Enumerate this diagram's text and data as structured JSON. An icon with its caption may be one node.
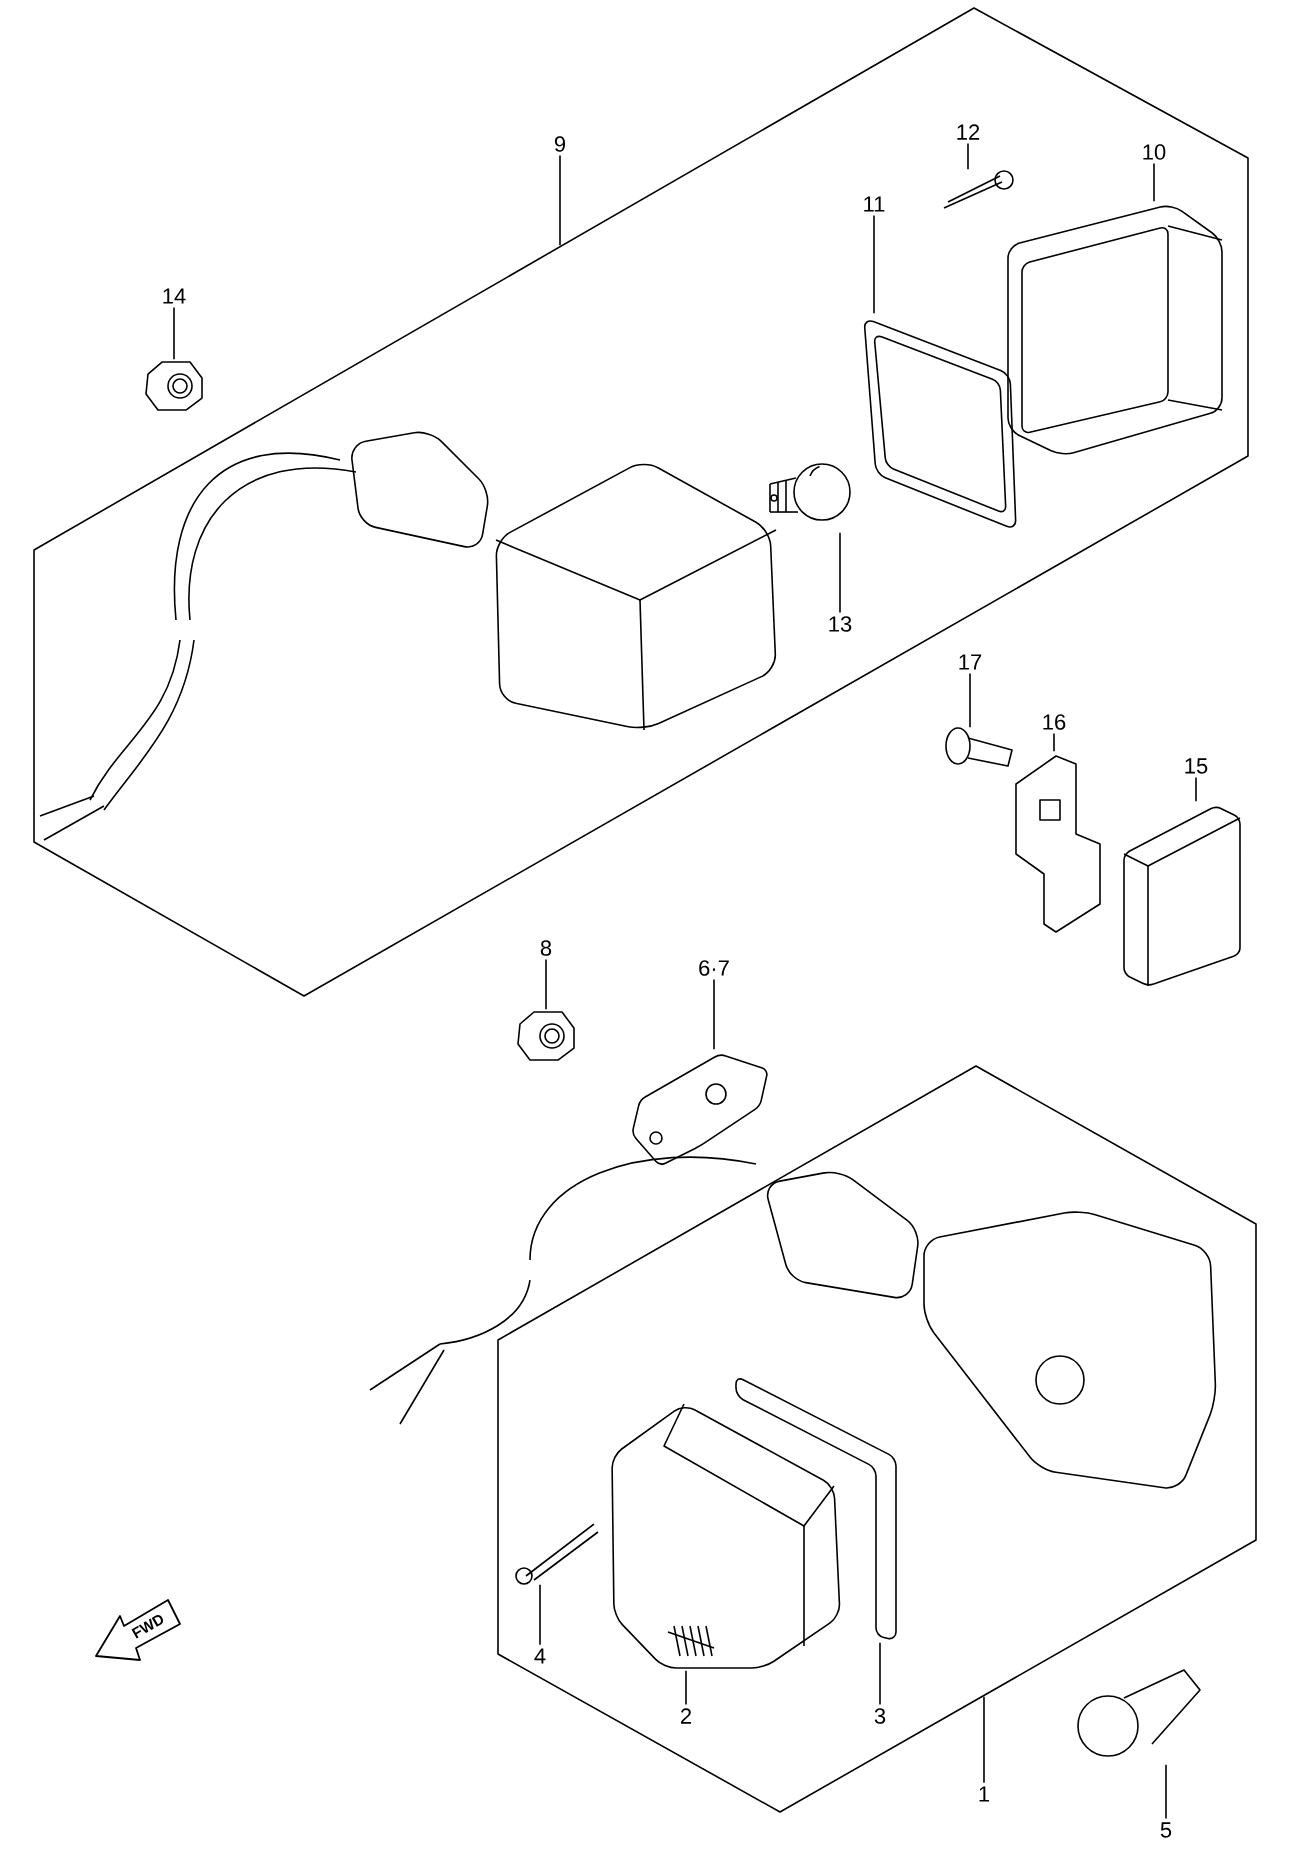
{
  "diagram": {
    "nodes": [
      {
        "text": [
          "9"
        ]
      },
      {
        "text": [],
        "shape": "box"
      },
      {
        "text": [
          "14"
        ]
      },
      {
        "text": [],
        "shape": "picture"
      },
      {
        "text": [
          "12"
        ],
        "in": 1
      },
      {
        "text": [],
        "shape": "picture",
        "in": 1
      },
      {
        "text": [
          "10"
        ],
        "in": 1
      },
      {
        "text": [],
        "shape": "picture",
        "in": 1
      },
      {
        "text": [
          "11"
        ],
        "in": 1
      },
      {
        "text": [],
        "shape": "picture",
        "in": 1
      },
      {
        "text": [],
        "shape": "picture",
        "in": 1
      },
      {
        "text": [
          "13"
        ],
        "in": 1
      },
      {
        "text": [
          "17"
        ]
      },
      {
        "text": [],
        "shape": "picture"
      },
      {
        "text": [
          "16"
        ]
      },
      {
        "text": [],
        "shape": "picture"
      },
      {
        "text": [
          "15"
        ]
      },
      {
        "text": [],
        "shape": "picture"
      },
      {
        "text": [
          "8"
        ]
      },
      {
        "text": [],
        "shape": "picture"
      },
      {
        "text": [
          "6·7"
        ]
      },
      {
        "text": [],
        "shape": "picture"
      },
      {
        "text": [],
        "shape": "box"
      },
      {
        "text": [],
        "shape": "picture",
        "in": 22
      },
      {
        "text": [
          "4"
        ],
        "in": 22
      },
      {
        "text": [],
        "shape": "picture",
        "in": 22
      },
      {
        "text": [
          "2"
        ],
        "in": 22
      },
      {
        "text": [],
        "shape": "picture",
        "in": 22
      },
      {
        "text": [
          "3"
        ],
        "in": 22
      },
      {
        "text": [
          "1"
        ]
      },
      {
        "text": [],
        "shape": "picture"
      },
      {
        "text": [
          "5"
        ]
      }
    ],
    "edges": [
      {
        "from": 0,
        "to": 1,
        "arrow": "none"
      },
      {
        "from": 2,
        "to": 3,
        "arrow": "none"
      },
      {
        "from": 4,
        "to": 5,
        "arrow": "none"
      },
      {
        "from": 6,
        "to": 7,
        "arrow": "none"
      },
      {
        "from": 8,
        "to": 9,
        "arrow": "none"
      },
      {
        "from": 11,
        "to": 10,
        "arrow": "none"
      },
      {
        "from": 12,
        "to": 13,
        "arrow": "none"
      },
      {
        "from": 14,
        "to": 15,
        "arrow": "none"
      },
      {
        "from": 16,
        "to": 17,
        "arrow": "none"
      },
      {
        "from": 18,
        "to": 19,
        "arrow": "none"
      },
      {
        "from": 20,
        "to": 21,
        "arrow": "none"
      },
      {
        "from": 24,
        "to": 23,
        "arrow": "none"
      },
      {
        "from": 26,
        "to": 25,
        "arrow": "none"
      },
      {
        "from": 28,
        "to": 27,
        "arrow": "none"
      },
      {
        "from": 29,
        "to": 22,
        "arrow": "none"
      },
      {
        "from": 31,
        "to": 30,
        "arrow": "none"
      }
    ],
    "labels": [
      "FWD"
    ]
  }
}
